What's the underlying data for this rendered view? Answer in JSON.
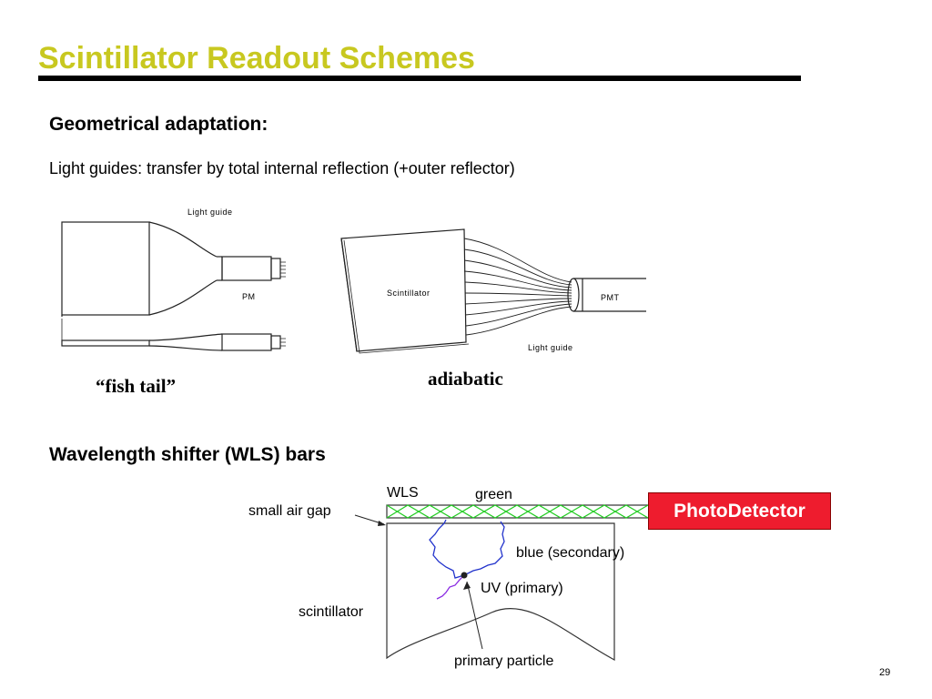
{
  "slide": {
    "title": "Scintillator Readout Schemes",
    "page_number": "29"
  },
  "section1": {
    "heading": "Geometrical adaptation:",
    "text": "Light guides: transfer by total internal reflection  (+outer reflector)"
  },
  "fishtail": {
    "light_guide_label": "Light  guide",
    "pm_label": "PM",
    "caption": "“fish tail”"
  },
  "adiabatic": {
    "scintillator_label": "Scintillator",
    "pmt_label": "PMT",
    "light_guide_label": "Light  guide",
    "caption": "adiabatic"
  },
  "section2": {
    "heading": "Wavelength shifter (WLS) bars"
  },
  "wls_diagram": {
    "wls_label": "WLS",
    "green_label": "green",
    "air_gap_label": "small air gap",
    "photodetector_label": "PhotoDetector",
    "blue_label": "blue (secondary)",
    "uv_label": "UV (primary)",
    "scintillator_label": "scintillator",
    "particle_label": "primary particle"
  }
}
